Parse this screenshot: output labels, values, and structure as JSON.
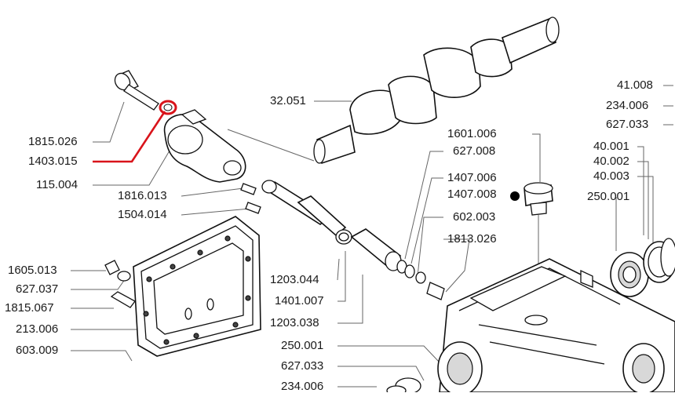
{
  "labels": {
    "p1815_026": "1815.026",
    "p1403_015": "1403.015",
    "p115_004": "115.004",
    "p1816_013": "1816.013",
    "p1504_014": "1504.014",
    "p1605_013": "1605.013",
    "p627_037": "627.037",
    "p1815_067": "1815.067",
    "p213_006": "213.006",
    "p603_009": "603.009",
    "p32_051": "32.051",
    "p1601_006": "1601.006",
    "p627_008": "627.008",
    "p1407_006": "1407.006",
    "p1407_008": "1407.008",
    "p602_003": "602.003",
    "p1813_026": "1813.026",
    "p1203_044": "1203.044",
    "p1401_007": "1401.007",
    "p1203_038": "1203.038",
    "p250_001_bottom": "250.001",
    "p627_033_bottom": "627.033",
    "p234_006_bottom": "234.006",
    "p41_008": "41.008",
    "p234_006_right": "234.006",
    "p627_033_right": "627.033",
    "p40_001": "40.001",
    "p40_002": "40.002",
    "p40_003": "40.003",
    "p250_001_right": "250.001"
  },
  "highlight": {
    "part": "1403.015",
    "color": "#d9141b"
  },
  "marker_icon": "filled-circle"
}
